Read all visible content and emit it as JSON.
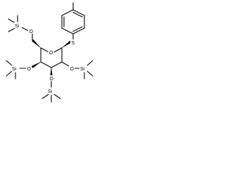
{
  "molecule": {
    "atoms": {
      "ring_oxygen": "O",
      "sulfur": "S",
      "tms_o6_oxygen": "O",
      "tms_o6_silicon": "Si",
      "tms_o4_oxygen": "O",
      "tms_o4_silicon": "Si",
      "tms_o3_oxygen": "O",
      "tms_o3_silicon": "Si",
      "tms_o2_oxygen": "O",
      "tms_o2_silicon": "Si"
    },
    "colors": {
      "bond": "#000000",
      "label": "#000000",
      "background": "#ffffff"
    }
  }
}
